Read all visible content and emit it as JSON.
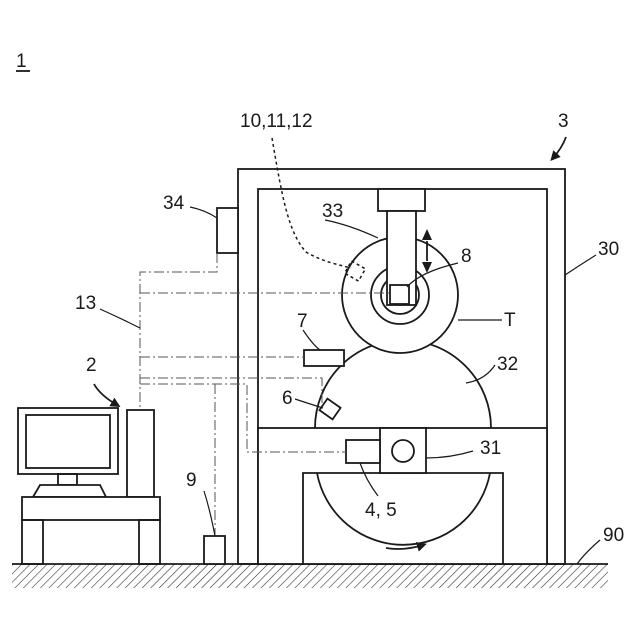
{
  "figure": {
    "figure_number": "1",
    "labels": {
      "system": "1",
      "computer": "2",
      "apparatus": "3",
      "sensor_45": "4, 5",
      "sensor_6": "6",
      "sensor_7": "7",
      "sensor_8": "8",
      "unit_9": "9",
      "sensors_10_11_12": "10,11,12",
      "wiring_13": "13",
      "housing_30": "30",
      "unit_31": "31",
      "drum_32": "32",
      "arm_33": "33",
      "panel_34": "34",
      "floor_90": "90",
      "tire_T": "T"
    }
  }
}
